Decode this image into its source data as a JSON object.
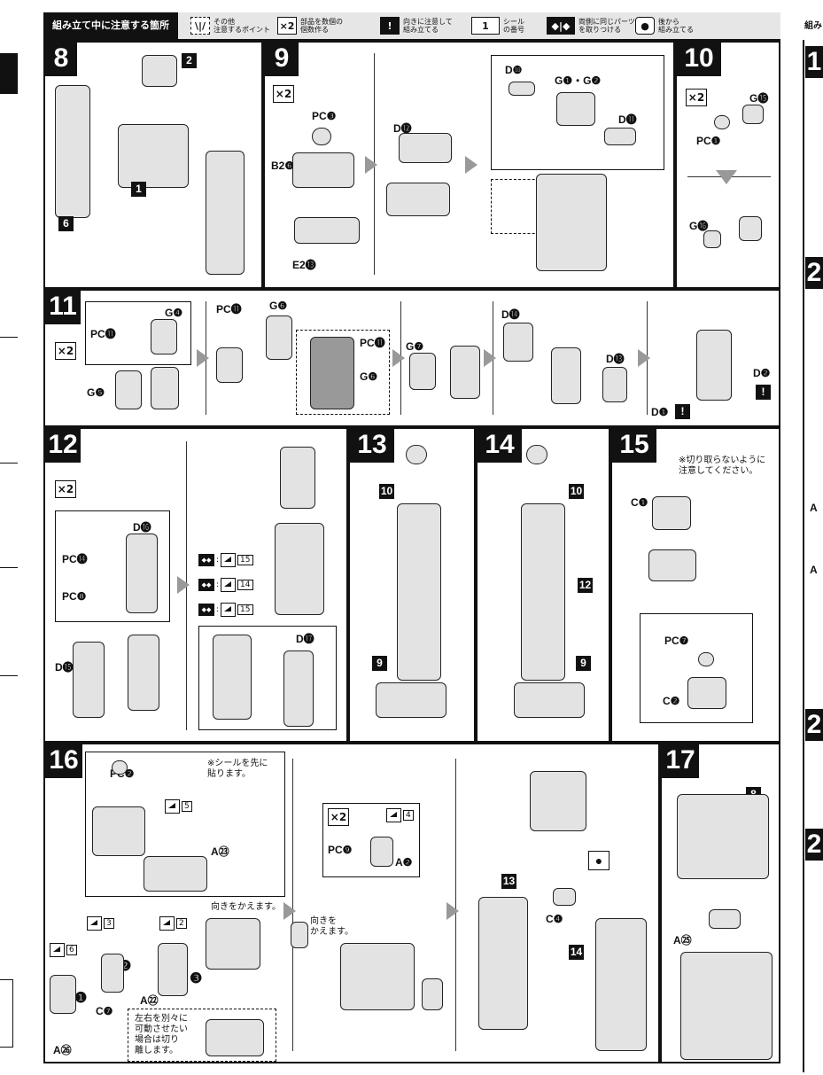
{
  "legend": {
    "title": "組み立て中に注意する箇所",
    "items": [
      {
        "icon": "\\|/",
        "text": "その他\n注意するポイント"
      },
      {
        "icon": "×2",
        "text": "部品を数個の\n個数作る"
      },
      {
        "icon": "!",
        "text": "向きに注意して\n組み立てる"
      },
      {
        "icon": "1",
        "text": "シール\nの番号"
      },
      {
        "icon": "◆|◆",
        "text": "両側に同じパーツ\nを取りつける"
      },
      {
        "icon": "●",
        "text": "後から\n組み立てる"
      }
    ]
  },
  "right_edge": {
    "header": "組み",
    "steps": [
      "1",
      "2",
      "2",
      "2"
    ],
    "labels": [
      "A",
      "A"
    ]
  },
  "steps": {
    "s8": {
      "num": "8",
      "labels": [
        "2",
        "1",
        "6"
      ]
    },
    "s9": {
      "num": "9",
      "mult": "×2",
      "labels": [
        "PC❸",
        "B2❻",
        "E2⓭",
        "D⓬",
        "D❿",
        "G❶・G❷",
        "D⓫"
      ]
    },
    "s10": {
      "num": "10",
      "mult": "×2",
      "labels": [
        "G⓯",
        "PC❶",
        "G⓰"
      ]
    },
    "s11": {
      "num": "11",
      "mult": "×2",
      "labels": [
        "PC⓫",
        "G❹",
        "G❺",
        "PC⓫",
        "G❻",
        "PC⓫",
        "G❻",
        "G❼",
        "D⓮",
        "D⓭",
        "D❷",
        "D❶"
      ]
    },
    "s12": {
      "num": "12",
      "mult": "×2",
      "labels": [
        "D⓰",
        "PC⓮",
        "PC❽",
        "D⓯",
        "D⓱"
      ],
      "stickers": [
        "15",
        "14",
        "15"
      ]
    },
    "s13": {
      "num": "13",
      "labels": [
        "10",
        "9"
      ]
    },
    "s14": {
      "num": "14",
      "labels": [
        "10",
        "12",
        "9"
      ]
    },
    "s15": {
      "num": "15",
      "note": "※切り取らないように\n注意してください。",
      "labels": [
        "C❶",
        "PC❼",
        "C❷"
      ]
    },
    "s16": {
      "num": "16",
      "note1": "※シールを先に\n貼ります。",
      "note2": "向きをかえます。",
      "note3": "左右を別々に\n可動させたい\n場合は切り\n離します。",
      "note4": "向きを\nかえます。",
      "mult": "×2",
      "labels": [
        "PC❷",
        "A㉓",
        "C❼",
        "A㉒",
        "A㉖",
        "PC❾",
        "A❷",
        "C❹"
      ],
      "stickers": [
        "5",
        "3",
        "2",
        "6",
        "4"
      ],
      "order": [
        "❶",
        "❷",
        "❸"
      ],
      "refs": [
        "13",
        "14"
      ]
    },
    "s17": {
      "num": "17",
      "labels": [
        "8",
        "A㉕"
      ]
    }
  }
}
